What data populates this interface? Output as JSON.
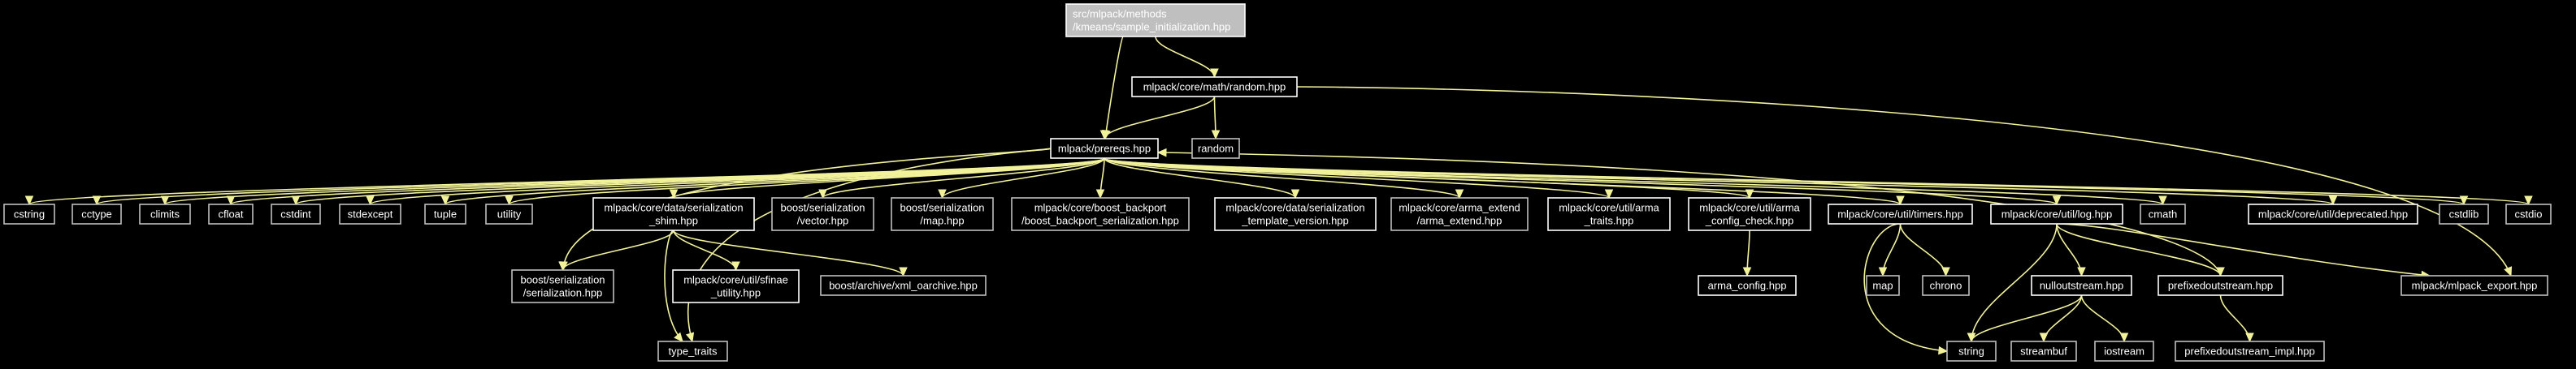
{
  "graph": {
    "title": "",
    "colors": {
      "background": "#000000",
      "edge": "#f2f29b",
      "text": "#ffffff",
      "root_fill": "#bfbfbf",
      "node_border": "#ffffff",
      "external_border": "#bfbfbf"
    },
    "nodes": [
      {
        "id": "root",
        "lines": [
          "src/mlpack/methods",
          "/kmeans/sample_initialization.hpp"
        ],
        "kind": "root"
      },
      {
        "id": "random_hpp",
        "lines": [
          "mlpack/core/math/random.hpp"
        ],
        "kind": "internal"
      },
      {
        "id": "prereqs",
        "lines": [
          "mlpack/prereqs.hpp"
        ],
        "kind": "internal"
      },
      {
        "id": "random",
        "lines": [
          "random"
        ],
        "kind": "external"
      },
      {
        "id": "cstring",
        "lines": [
          "cstring"
        ],
        "kind": "external"
      },
      {
        "id": "cctype",
        "lines": [
          "cctype"
        ],
        "kind": "external"
      },
      {
        "id": "climits",
        "lines": [
          "climits"
        ],
        "kind": "external"
      },
      {
        "id": "cfloat",
        "lines": [
          "cfloat"
        ],
        "kind": "external"
      },
      {
        "id": "cstdint",
        "lines": [
          "cstdint"
        ],
        "kind": "external"
      },
      {
        "id": "stdexcept",
        "lines": [
          "stdexcept"
        ],
        "kind": "external"
      },
      {
        "id": "tuple",
        "lines": [
          "tuple"
        ],
        "kind": "external"
      },
      {
        "id": "utility",
        "lines": [
          "utility"
        ],
        "kind": "external"
      },
      {
        "id": "ser_shim",
        "lines": [
          "mlpack/core/data/serialization",
          "_shim.hpp"
        ],
        "kind": "internal"
      },
      {
        "id": "boost_vector",
        "lines": [
          "boost/serialization",
          "/vector.hpp"
        ],
        "kind": "external"
      },
      {
        "id": "boost_map",
        "lines": [
          "boost/serialization",
          "/map.hpp"
        ],
        "kind": "external"
      },
      {
        "id": "boost_backport",
        "lines": [
          "mlpack/core/boost_backport",
          "/boost_backport_serialization.hpp"
        ],
        "kind": "external"
      },
      {
        "id": "ser_template",
        "lines": [
          "mlpack/core/data/serialization",
          "_template_version.hpp"
        ],
        "kind": "internal"
      },
      {
        "id": "arma_extend",
        "lines": [
          "mlpack/core/arma_extend",
          "/arma_extend.hpp"
        ],
        "kind": "external"
      },
      {
        "id": "arma_traits",
        "lines": [
          "mlpack/core/util/arma",
          "_traits.hpp"
        ],
        "kind": "internal"
      },
      {
        "id": "arma_config_check",
        "lines": [
          "mlpack/core/util/arma",
          "_config_check.hpp"
        ],
        "kind": "internal"
      },
      {
        "id": "timers",
        "lines": [
          "mlpack/core/util/timers.hpp"
        ],
        "kind": "internal"
      },
      {
        "id": "log",
        "lines": [
          "mlpack/core/util/log.hpp"
        ],
        "kind": "internal"
      },
      {
        "id": "cmath",
        "lines": [
          "cmath"
        ],
        "kind": "external"
      },
      {
        "id": "deprecated",
        "lines": [
          "mlpack/core/util/deprecated.hpp"
        ],
        "kind": "internal"
      },
      {
        "id": "cstdlib",
        "lines": [
          "cstdlib"
        ],
        "kind": "external"
      },
      {
        "id": "cstdio",
        "lines": [
          "cstdio"
        ],
        "kind": "external"
      },
      {
        "id": "boost_serialization",
        "lines": [
          "boost/serialization",
          "/serialization.hpp"
        ],
        "kind": "external"
      },
      {
        "id": "sfinae",
        "lines": [
          "mlpack/core/util/sfinae",
          "_utility.hpp"
        ],
        "kind": "internal"
      },
      {
        "id": "xml_oarchive",
        "lines": [
          "boost/archive/xml_oarchive.hpp"
        ],
        "kind": "external"
      },
      {
        "id": "type_traits",
        "lines": [
          "type_traits"
        ],
        "kind": "external"
      },
      {
        "id": "arma_config",
        "lines": [
          "arma_config.hpp"
        ],
        "kind": "internal"
      },
      {
        "id": "map",
        "lines": [
          "map"
        ],
        "kind": "external"
      },
      {
        "id": "chrono",
        "lines": [
          "chrono"
        ],
        "kind": "external"
      },
      {
        "id": "nulloutstream",
        "lines": [
          "nulloutstream.hpp"
        ],
        "kind": "internal"
      },
      {
        "id": "prefixedoutstream",
        "lines": [
          "prefixedoutstream.hpp"
        ],
        "kind": "internal"
      },
      {
        "id": "mlpack_export",
        "lines": [
          "mlpack/mlpack_export.hpp"
        ],
        "kind": "external"
      },
      {
        "id": "string",
        "lines": [
          "string"
        ],
        "kind": "external"
      },
      {
        "id": "streambuf",
        "lines": [
          "streambuf"
        ],
        "kind": "external"
      },
      {
        "id": "iostream",
        "lines": [
          "iostream"
        ],
        "kind": "external"
      },
      {
        "id": "prefixedoutstream_impl",
        "lines": [
          "prefixedoutstream_impl.hpp"
        ],
        "kind": "external"
      }
    ],
    "edges": [
      [
        "root",
        "random_hpp"
      ],
      [
        "root",
        "prereqs"
      ],
      [
        "random_hpp",
        "prereqs"
      ],
      [
        "random_hpp",
        "random"
      ],
      [
        "random_hpp",
        "mlpack_export"
      ],
      [
        "prereqs",
        "cstring"
      ],
      [
        "prereqs",
        "cctype"
      ],
      [
        "prereqs",
        "climits"
      ],
      [
        "prereqs",
        "cfloat"
      ],
      [
        "prereqs",
        "cstdint"
      ],
      [
        "prereqs",
        "stdexcept"
      ],
      [
        "prereqs",
        "tuple"
      ],
      [
        "prereqs",
        "utility"
      ],
      [
        "prereqs",
        "ser_shim"
      ],
      [
        "prereqs",
        "boost_vector"
      ],
      [
        "prereqs",
        "boost_map"
      ],
      [
        "prereqs",
        "boost_backport"
      ],
      [
        "prereqs",
        "ser_template"
      ],
      [
        "prereqs",
        "arma_extend"
      ],
      [
        "prereqs",
        "arma_traits"
      ],
      [
        "prereqs",
        "arma_config_check"
      ],
      [
        "prereqs",
        "timers"
      ],
      [
        "prereqs",
        "log"
      ],
      [
        "prereqs",
        "cmath"
      ],
      [
        "prereqs",
        "deprecated"
      ],
      [
        "prereqs",
        "cstdlib"
      ],
      [
        "prereqs",
        "cstdio"
      ],
      [
        "prereqs",
        "boost_serialization"
      ],
      [
        "prereqs",
        "type_traits"
      ],
      [
        "ser_shim",
        "boost_serialization"
      ],
      [
        "ser_shim",
        "sfinae"
      ],
      [
        "ser_shim",
        "xml_oarchive"
      ],
      [
        "ser_shim",
        "type_traits"
      ],
      [
        "arma_config_check",
        "arma_config"
      ],
      [
        "timers",
        "map"
      ],
      [
        "timers",
        "chrono"
      ],
      [
        "timers",
        "string"
      ],
      [
        "log",
        "string"
      ],
      [
        "log",
        "nulloutstream"
      ],
      [
        "log",
        "prefixedoutstream"
      ],
      [
        "log",
        "mlpack_export"
      ],
      [
        "nulloutstream",
        "string"
      ],
      [
        "nulloutstream",
        "streambuf"
      ],
      [
        "nulloutstream",
        "iostream"
      ],
      [
        "prefixedoutstream",
        "prefixedoutstream_impl"
      ],
      [
        "prefixedoutstream",
        "prereqs"
      ]
    ]
  }
}
